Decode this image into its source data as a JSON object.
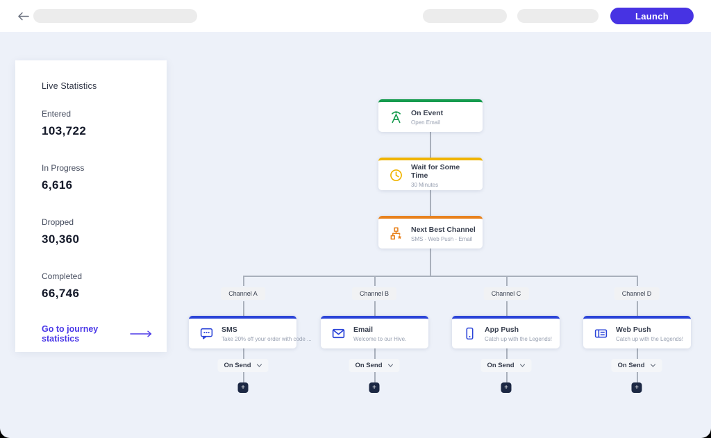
{
  "topbar": {
    "launch_label": "Launch"
  },
  "sidebar": {
    "title": "Live Statistics",
    "stats": [
      {
        "label": "Entered",
        "value": "103,722"
      },
      {
        "label": "In Progress",
        "value": "6,616"
      },
      {
        "label": "Dropped",
        "value": "30,360"
      },
      {
        "label": "Completed",
        "value": "66,746"
      }
    ],
    "link_label": "Go to journey statistics"
  },
  "flow": {
    "trigger_nodes": [
      {
        "title": "On Event",
        "subtitle": "Open Email",
        "icon": "broadcast-icon",
        "accent": "#169b4e"
      },
      {
        "title": "Wait for Some Time",
        "subtitle": "30 Minutes",
        "icon": "clock-icon",
        "accent": "#f0b400"
      },
      {
        "title": "Next Best Channel",
        "subtitle": "SMS - Web Push - Email",
        "icon": "hierarchy-icon",
        "accent": "#e8821e"
      }
    ],
    "branches": [
      {
        "channel_label": "Channel A",
        "title": "SMS",
        "subtitle": "Take 20% off your order with code ...",
        "icon": "sms-icon",
        "action_label": "On Send",
        "accent": "#2b44d8"
      },
      {
        "channel_label": "Channel B",
        "title": "Email",
        "subtitle": "Welcome to our Hive.",
        "icon": "email-icon",
        "action_label": "On Send",
        "accent": "#2b44d8"
      },
      {
        "channel_label": "Channel C",
        "title": "App Push",
        "subtitle": "Catch up with the Legends!",
        "icon": "app-push-icon",
        "action_label": "On Send",
        "accent": "#2b44d8"
      },
      {
        "channel_label": "Channel D",
        "title": "Web Push",
        "subtitle": "Catch up with the Legends!",
        "icon": "web-push-icon",
        "action_label": "On Send",
        "accent": "#2b44d8"
      }
    ],
    "add_button_label": "+"
  },
  "colors": {
    "primary": "#4733e3",
    "link": "#4b39e8",
    "canvas": "#edf1f9",
    "connector": "#a9b0bc",
    "accent_green": "#169b4e",
    "accent_yellow": "#f0b400",
    "accent_orange": "#e8821e",
    "accent_blue": "#2b44d8"
  }
}
